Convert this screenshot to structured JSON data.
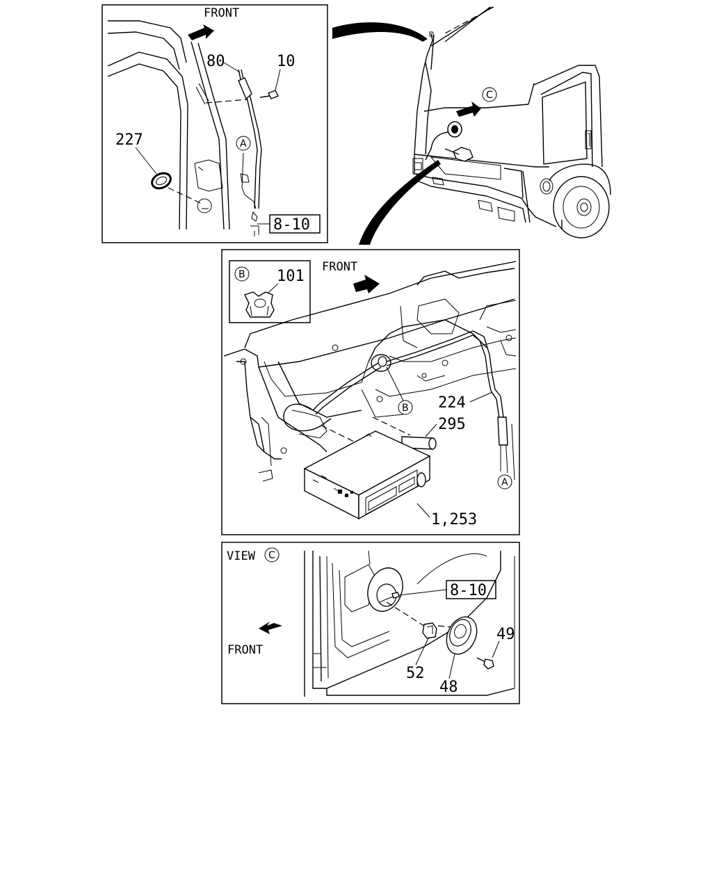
{
  "diagram": {
    "top_left_panel": {
      "direction_label": "FRONT",
      "callouts": [
        "80",
        "10",
        "227"
      ],
      "ref_circle": "A",
      "ref_box": "8-10"
    },
    "truck_view": {
      "ref_circle": "C"
    },
    "middle_panel": {
      "direction_label": "FRONT",
      "inset_ref_circle": "B",
      "inset_callout": "101",
      "ref_circle_b": "B",
      "ref_circle_a": "A",
      "callouts": [
        "224",
        "295",
        "1,253"
      ]
    },
    "bottom_panel": {
      "view_label": "VIEW",
      "view_ref_circle": "C",
      "direction_label": "FRONT",
      "ref_box": "8-10",
      "callouts": [
        "49",
        "52",
        "48"
      ]
    }
  }
}
